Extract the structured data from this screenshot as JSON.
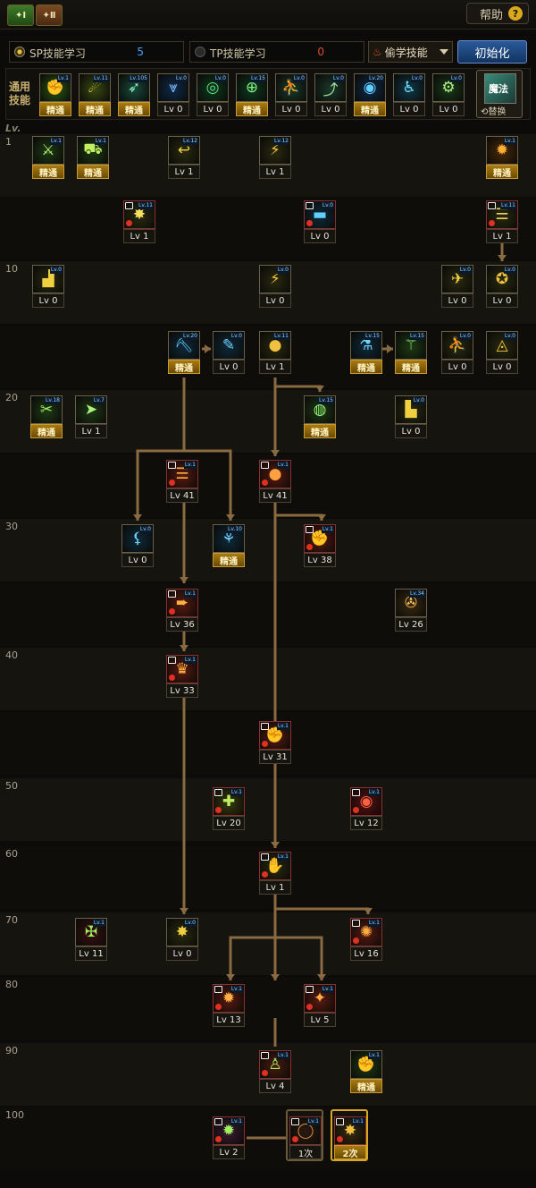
{
  "topbar": {
    "tabs": [
      {
        "label": "✦Ⅰ"
      },
      {
        "label": "✦Ⅱ"
      }
    ],
    "help_label": "帮助",
    "help_icon": "?"
  },
  "points": {
    "sp_label": "SP技能学习",
    "sp_value": "5",
    "tp_label": "TP技能学习",
    "tp_value": "0",
    "steal_label": "偷学技能",
    "init_label": "初始化"
  },
  "common": {
    "label": "通用技能",
    "swap_icon_text": "魔法",
    "swap_label": "⟲替换",
    "skills": [
      {
        "icon": "fist-icon",
        "tag": "Lv.1",
        "label": "精通",
        "master": true,
        "bg": "#2a5a14",
        "glyph": "✊",
        "color": "#d8f060"
      },
      {
        "icon": "cloak-icon",
        "tag": "Lv.11",
        "label": "精通",
        "master": true,
        "bg": "#3a4a10",
        "glyph": "☄",
        "color": "#f0d040"
      },
      {
        "icon": "dash-icon",
        "tag": "Lv.105",
        "label": "精通",
        "master": true,
        "bg": "#1a4a3a",
        "glyph": "➶",
        "color": "#80f0c0"
      },
      {
        "icon": "wings-icon",
        "tag": "Lv.0",
        "label": "Lv 0",
        "master": false,
        "bg": "#0e2a4a",
        "glyph": "⩔",
        "color": "#80c0ff"
      },
      {
        "icon": "target-icon",
        "tag": "Lv.0",
        "label": "Lv 0",
        "master": false,
        "bg": "#0e3a1e",
        "glyph": "◎",
        "color": "#60e080"
      },
      {
        "icon": "crosshair-icon",
        "tag": "Lv.15",
        "label": "精通",
        "master": true,
        "bg": "#0e3a1e",
        "glyph": "⊕",
        "color": "#80f080"
      },
      {
        "icon": "runner-icon",
        "tag": "Lv.0",
        "label": "Lv 0",
        "master": false,
        "bg": "#1a3a2a",
        "glyph": "⛹",
        "color": "#a0e0c0"
      },
      {
        "icon": "leap-icon",
        "tag": "Lv.0",
        "label": "Lv 0",
        "master": false,
        "bg": "#1a3a2a",
        "glyph": "⤴",
        "color": "#a0e0a0"
      },
      {
        "icon": "eye-icon",
        "tag": "Lv.20",
        "label": "精通",
        "master": true,
        "bg": "#0e2a4a",
        "glyph": "◉",
        "color": "#60d0ff"
      },
      {
        "icon": "body-icon",
        "tag": "Lv.0",
        "label": "Lv 0",
        "master": false,
        "bg": "#103a4a",
        "glyph": "♿",
        "color": "#70e0ff"
      },
      {
        "icon": "gear-icon",
        "tag": "Lv.0",
        "label": "Lv 0",
        "master": false,
        "bg": "#1a3a1a",
        "glyph": "⚙",
        "color": "#b0f080"
      }
    ]
  },
  "tree": {
    "lv_header": "Lv.",
    "levels": [
      "1",
      "",
      "10",
      "",
      "20",
      "",
      "30",
      "",
      "40",
      "",
      "50",
      "60",
      "70",
      "80",
      "90",
      "100"
    ],
    "skills": [
      {
        "name": "skill-1-a",
        "tag": "Lv.1",
        "label": "精通",
        "master": true,
        "locked": false,
        "bg": "#1e3a14",
        "glyph": "⚔",
        "color": "#b0f070"
      },
      {
        "name": "skill-1-b",
        "tag": "Lv.1",
        "label": "精通",
        "master": true,
        "locked": false,
        "bg": "#1e3a14",
        "glyph": "⛟",
        "color": "#c0f060"
      },
      {
        "name": "skill-1-c",
        "tag": "Lv.12",
        "label": "Lv 1",
        "master": false,
        "locked": false,
        "bg": "#2a2a10",
        "glyph": "↩",
        "color": "#f0d040"
      },
      {
        "name": "skill-1-d",
        "tag": "Lv.12",
        "label": "Lv 1",
        "master": false,
        "locked": false,
        "bg": "#2a2a10",
        "glyph": "⚡",
        "color": "#f0c040"
      },
      {
        "name": "skill-1-e",
        "tag": "Lv.1",
        "label": "精通",
        "master": true,
        "locked": false,
        "bg": "#4a2a08",
        "glyph": "✹",
        "color": "#ffb030"
      },
      {
        "name": "skill-5-a",
        "tag": "Lv.11",
        "label": "Lv 1",
        "master": false,
        "locked": true,
        "bg": "#2a2a10",
        "glyph": "✸",
        "color": "#f8e060"
      },
      {
        "name": "skill-5-b",
        "tag": "Lv.0",
        "label": "Lv 0",
        "master": false,
        "locked": true,
        "bg": "#0e2a3a",
        "glyph": "▬",
        "color": "#60d0ff"
      },
      {
        "name": "skill-5-c",
        "tag": "Lv.11",
        "label": "Lv 1",
        "master": false,
        "locked": true,
        "bg": "#2a2a10",
        "glyph": "☰",
        "color": "#f0d060"
      },
      {
        "name": "skill-10-a",
        "tag": "Lv.0",
        "label": "Lv 0",
        "master": false,
        "locked": false,
        "bg": "#2a2a10",
        "glyph": "▟",
        "color": "#f0d040"
      },
      {
        "name": "skill-10-b",
        "tag": "Lv.0",
        "label": "Lv 0",
        "master": false,
        "locked": false,
        "bg": "#2a2a10",
        "glyph": "⚡",
        "color": "#f0c040"
      },
      {
        "name": "skill-10-c",
        "tag": "Lv.0",
        "label": "Lv 0",
        "master": false,
        "locked": false,
        "bg": "#2a2a10",
        "glyph": "✈",
        "color": "#f0d040"
      },
      {
        "name": "skill-10-d",
        "tag": "Lv.0",
        "label": "Lv 0",
        "master": false,
        "locked": false,
        "bg": "#2a2a10",
        "glyph": "✪",
        "color": "#f0c040"
      },
      {
        "name": "skill-15-a",
        "tag": "Lv.20",
        "label": "精通",
        "master": true,
        "locked": false,
        "bg": "#0e2a3a",
        "glyph": "⛏",
        "color": "#60d0ff"
      },
      {
        "name": "skill-15-b",
        "tag": "Lv.0",
        "label": "Lv 0",
        "master": false,
        "locked": false,
        "bg": "#0e2a3a",
        "glyph": "✎",
        "color": "#70d0ff"
      },
      {
        "name": "skill-15-c",
        "tag": "Lv.11",
        "label": "Lv 1",
        "master": false,
        "locked": false,
        "bg": "#2a2a10",
        "glyph": "●",
        "color": "#f0c040"
      },
      {
        "name": "skill-15-d",
        "tag": "Lv.15",
        "label": "精通",
        "master": true,
        "locked": false,
        "bg": "#0e2a3a",
        "glyph": "⚗",
        "color": "#70d0ff"
      },
      {
        "name": "skill-15-e",
        "tag": "Lv.15",
        "label": "精通",
        "master": true,
        "locked": false,
        "bg": "#1e3a14",
        "glyph": "⚚",
        "color": "#90f070"
      },
      {
        "name": "skill-15-f",
        "tag": "Lv.0",
        "label": "Lv 0",
        "master": false,
        "locked": false,
        "bg": "#2a2a10",
        "glyph": "⛹",
        "color": "#f0d040"
      },
      {
        "name": "skill-15-g",
        "tag": "Lv.0",
        "label": "Lv 0",
        "master": false,
        "locked": false,
        "bg": "#2a2a10",
        "glyph": "◬",
        "color": "#f0c040"
      },
      {
        "name": "skill-20-a",
        "tag": "Lv.18",
        "label": "精通",
        "master": true,
        "locked": false,
        "bg": "#1e3a14",
        "glyph": "✂",
        "color": "#a0f060"
      },
      {
        "name": "skill-20-b",
        "tag": "Lv.7",
        "label": "Lv 1",
        "master": false,
        "locked": false,
        "bg": "#1e3a14",
        "glyph": "➤",
        "color": "#b0f080"
      },
      {
        "name": "skill-20-c",
        "tag": "Lv.15",
        "label": "精通",
        "master": true,
        "locked": false,
        "bg": "#1e3a14",
        "glyph": "◍",
        "color": "#90f070"
      },
      {
        "name": "skill-20-d",
        "tag": "Lv.0",
        "label": "Lv 0",
        "master": false,
        "locked": false,
        "bg": "#2a2a10",
        "glyph": "▙",
        "color": "#f0d040"
      },
      {
        "name": "skill-25-a",
        "tag": "Lv.1",
        "label": "Lv 41",
        "master": false,
        "locked": true,
        "bg": "#5a1a10",
        "glyph": "☰",
        "color": "#ffb040"
      },
      {
        "name": "skill-25-b",
        "tag": "Lv.1",
        "label": "Lv 41",
        "master": false,
        "locked": true,
        "bg": "#5a1a10",
        "glyph": "●",
        "color": "#ffa040"
      },
      {
        "name": "skill-30-a",
        "tag": "Lv.0",
        "label": "Lv 0",
        "master": false,
        "locked": false,
        "bg": "#0e2a3a",
        "glyph": "⚸",
        "color": "#70d0ff"
      },
      {
        "name": "skill-30-b",
        "tag": "Lv.10",
        "label": "精通",
        "master": true,
        "locked": false,
        "bg": "#0e2a3a",
        "glyph": "⚘",
        "color": "#70d0ff"
      },
      {
        "name": "skill-30-c",
        "tag": "Lv.1",
        "label": "Lv 38",
        "master": false,
        "locked": true,
        "bg": "#5a1a10",
        "glyph": "✊",
        "color": "#ffb040"
      },
      {
        "name": "skill-35-a",
        "tag": "Lv.1",
        "label": "Lv 36",
        "master": false,
        "locked": true,
        "bg": "#5a1a10",
        "glyph": "➨",
        "color": "#ffb040"
      },
      {
        "name": "skill-35-b",
        "tag": "Lv.34",
        "label": "Lv 26",
        "master": false,
        "locked": false,
        "bg": "#3a2a10",
        "glyph": "✇",
        "color": "#ffc060"
      },
      {
        "name": "skill-40-a",
        "tag": "Lv.1",
        "label": "Lv 33",
        "master": false,
        "locked": true,
        "bg": "#5a1a10",
        "glyph": "♛",
        "color": "#ffb040"
      },
      {
        "name": "skill-45-a",
        "tag": "Lv.1",
        "label": "Lv 31",
        "master": false,
        "locked": true,
        "bg": "#5a1a10",
        "glyph": "✊",
        "color": "#ffa040"
      },
      {
        "name": "skill-50-a",
        "tag": "Lv.1",
        "label": "Lv 20",
        "master": false,
        "locked": true,
        "bg": "#3a3a10",
        "glyph": "✚",
        "color": "#c0f060"
      },
      {
        "name": "skill-50-b",
        "tag": "Lv.1",
        "label": "Lv 12",
        "master": false,
        "locked": true,
        "bg": "#5a1010",
        "glyph": "◉",
        "color": "#ff6040"
      },
      {
        "name": "skill-60-a",
        "tag": "Lv.1",
        "label": "Lv 1",
        "master": false,
        "locked": true,
        "bg": "#2a2a10",
        "glyph": "✋",
        "color": "#f0c040"
      },
      {
        "name": "skill-70-a",
        "tag": "Lv.1",
        "label": "Lv 11",
        "master": false,
        "locked": false,
        "bg": "#3a1010",
        "glyph": "✠",
        "color": "#a0f060"
      },
      {
        "name": "skill-70-b",
        "tag": "Lv.0",
        "label": "Lv 0",
        "master": false,
        "locked": false,
        "bg": "#2a2a10",
        "glyph": "✸",
        "color": "#f0d040"
      },
      {
        "name": "skill-70-c",
        "tag": "Lv.1",
        "label": "Lv 16",
        "master": false,
        "locked": true,
        "bg": "#5a1a10",
        "glyph": "✺",
        "color": "#ffb040"
      },
      {
        "name": "skill-80-a",
        "tag": "Lv.1",
        "label": "Lv 13",
        "master": false,
        "locked": true,
        "bg": "#5a1a10",
        "glyph": "✹",
        "color": "#ffb040"
      },
      {
        "name": "skill-80-b",
        "tag": "Lv.1",
        "label": "Lv 5",
        "master": false,
        "locked": true,
        "bg": "#5a1a10",
        "glyph": "✦",
        "color": "#ffb040"
      },
      {
        "name": "skill-90-a",
        "tag": "Lv.1",
        "label": "Lv 4",
        "master": false,
        "locked": true,
        "bg": "#4a1a10",
        "glyph": "♙",
        "color": "#a0f060"
      },
      {
        "name": "skill-90-b",
        "tag": "Lv.1",
        "label": "精通",
        "master": true,
        "locked": false,
        "bg": "#1e3a14",
        "glyph": "✊",
        "color": "#a0f060"
      },
      {
        "name": "skill-100-a",
        "tag": "Lv.1",
        "label": "Lv 2",
        "master": false,
        "locked": true,
        "bg": "#3a1a30",
        "glyph": "✹",
        "color": "#a0f060"
      },
      {
        "name": "skill-100-b",
        "tag": "Lv.1",
        "label": "1次",
        "master": false,
        "locked": true,
        "bg": "#2a1a10",
        "glyph": "◯",
        "color": "#d08040"
      },
      {
        "name": "skill-100-c",
        "tag": "Lv.1",
        "label": "2次",
        "master": true,
        "locked": true,
        "bg": "#3a2a10",
        "glyph": "✸",
        "color": "#f0c040"
      }
    ]
  }
}
